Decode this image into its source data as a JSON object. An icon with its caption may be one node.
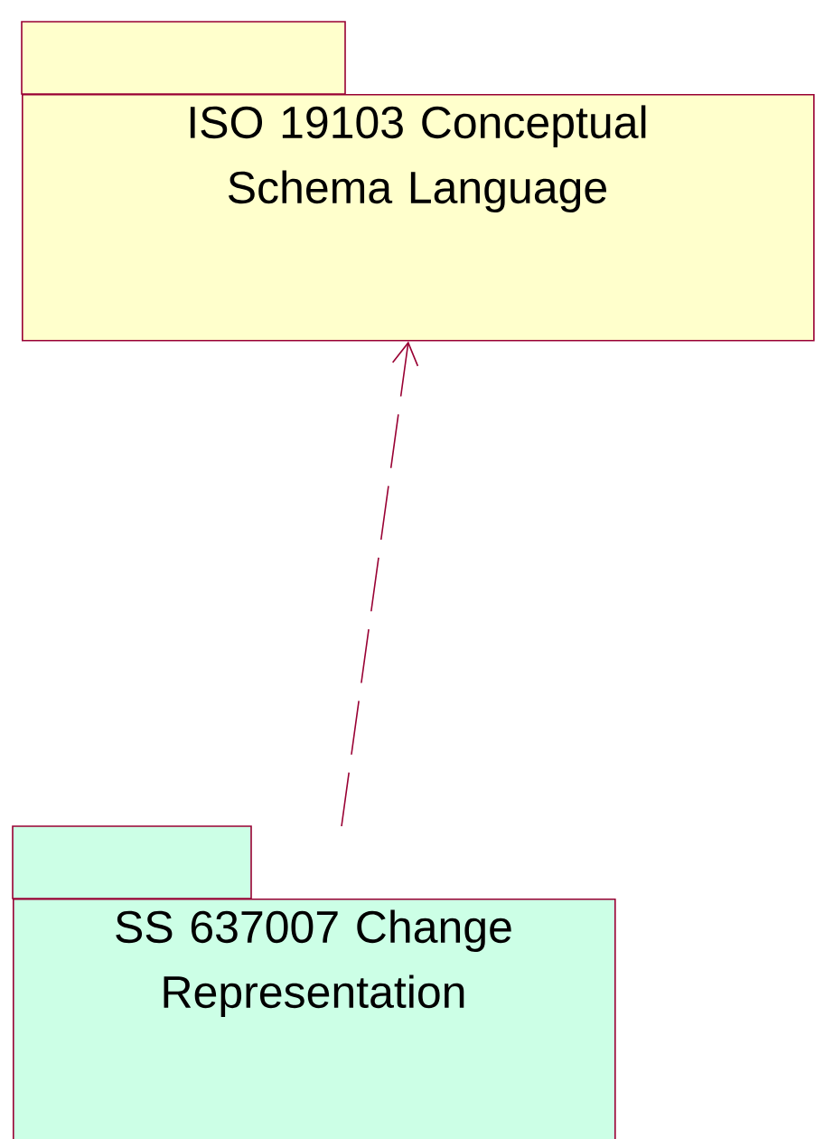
{
  "diagram": {
    "nodes": [
      {
        "text": [
          "ISO 19103 Conceptual Schema Language"
        ]
      },
      {
        "text": [
          "SS 637007 Change Representation"
        ]
      }
    ],
    "edges": [
      {
        "from": 1,
        "to": 0,
        "arrow": "to",
        "style": "dashed"
      }
    ]
  }
}
